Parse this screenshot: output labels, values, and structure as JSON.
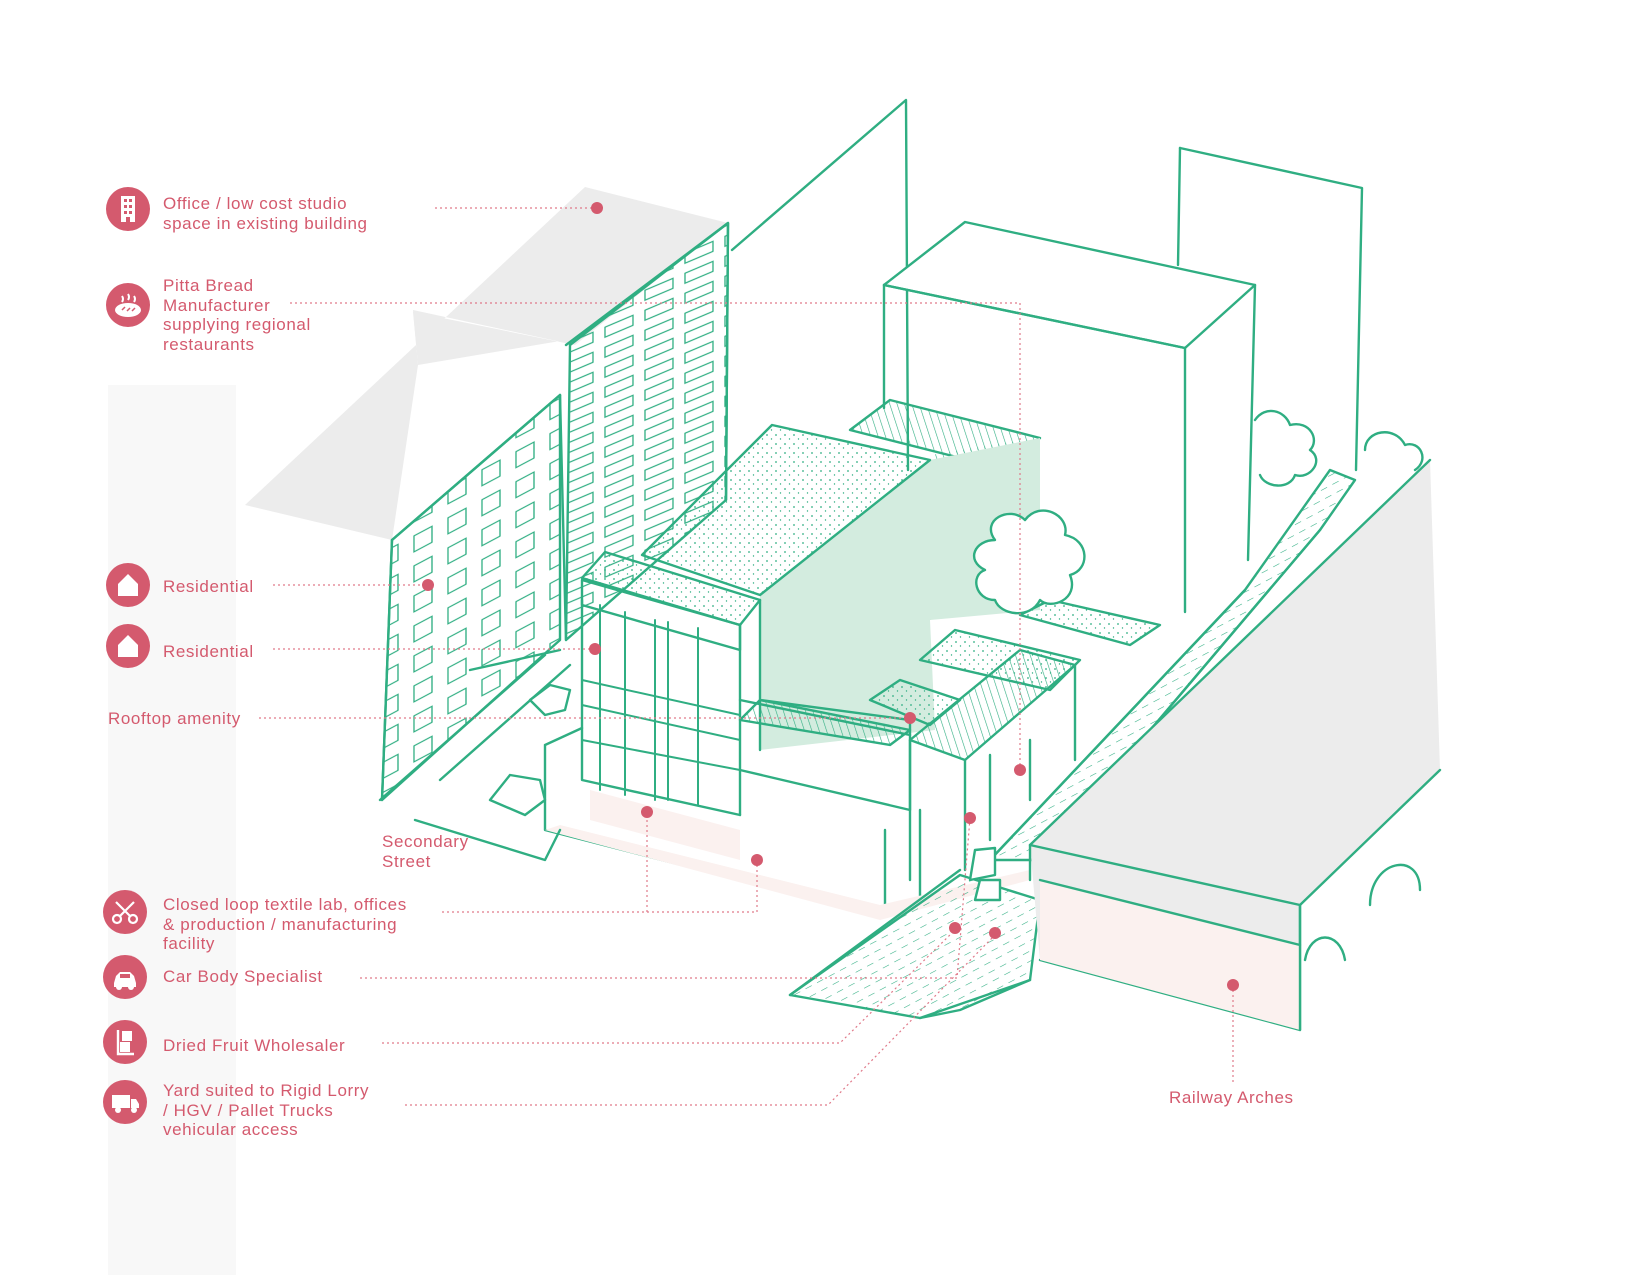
{
  "colors": {
    "line": "#2fae82",
    "accent": "#d45a6e",
    "grey_fill": "#ececec",
    "pink_fill": "#fbf1ef",
    "green_fill": "#d3ecdf"
  },
  "labels": {
    "office": "Office / low cost studio\nspace in existing building",
    "pitta": "Pitta Bread\nManufacturer\nsupplying regional\nrestaurants",
    "residential_1": "Residential",
    "residential_2": "Residential",
    "rooftop": "Rooftop amenity",
    "secondary_street": "Secondary\nStreet",
    "textile": "Closed loop textile lab, offices\n& production / manufacturing\nfacility",
    "car_body": "Car Body Specialist",
    "dried_fruit": "Dried Fruit Wholesaler",
    "yard": "Yard suited to Rigid Lorry\n/ HGV / Pallet Trucks\nvehicular access",
    "railway": "Railway Arches"
  },
  "icons": {
    "office": "office-building-icon",
    "pitta": "bread-icon",
    "residential_1": "house-icon",
    "residential_2": "house-icon",
    "textile": "scissors-icon",
    "car_body": "car-icon",
    "dried_fruit": "hand-truck-icon",
    "yard": "lorry-icon"
  }
}
